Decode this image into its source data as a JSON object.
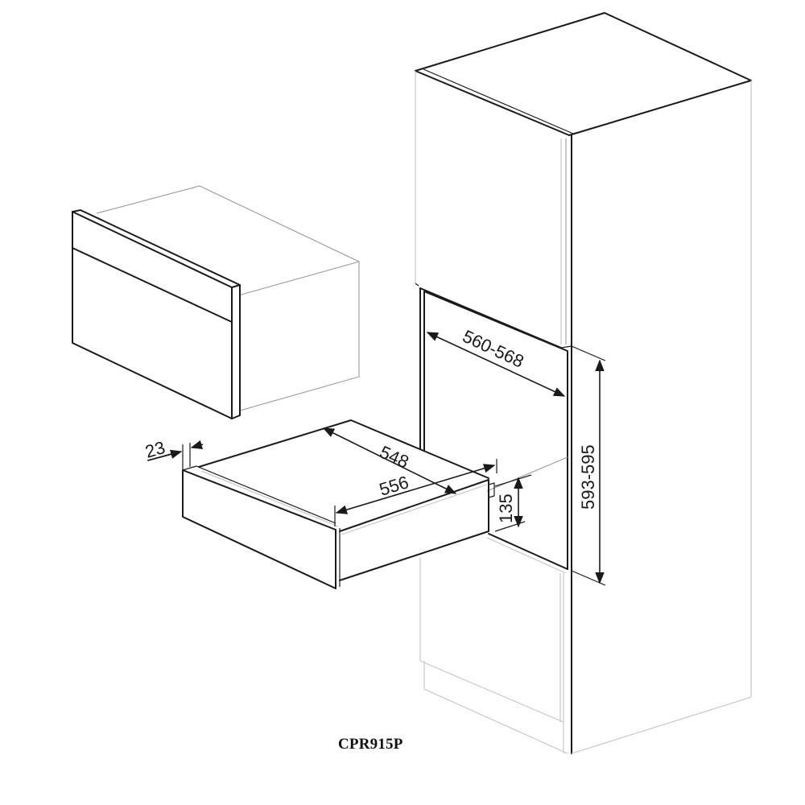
{
  "drawing": {
    "model_label": "CPR915P",
    "components": {
      "oven": "built-in oven (compact)",
      "drawer": "warming drawer",
      "cabinet": "tall column cabinet"
    },
    "dimensions": {
      "drawer_offset": "23",
      "drawer_depth": "548",
      "drawer_width": "556",
      "drawer_height": "135",
      "niche_width": "560-568",
      "niche_height": "593-595"
    },
    "colors": {
      "line": "#1a1a1a",
      "hidden_line": "#9a9a9a",
      "background": "#ffffff"
    }
  }
}
